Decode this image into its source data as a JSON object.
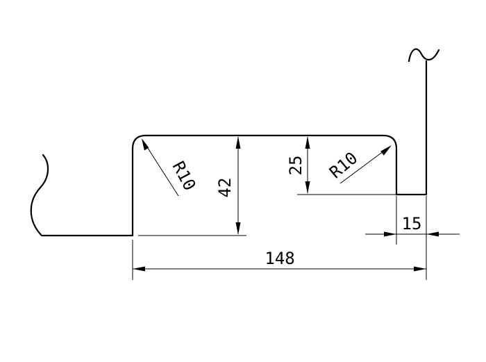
{
  "dimensions": {
    "overall_width": "148",
    "height_left": "42",
    "height_right": "25",
    "radius_left": "R10",
    "radius_right": "R10",
    "flange_width": "15"
  }
}
